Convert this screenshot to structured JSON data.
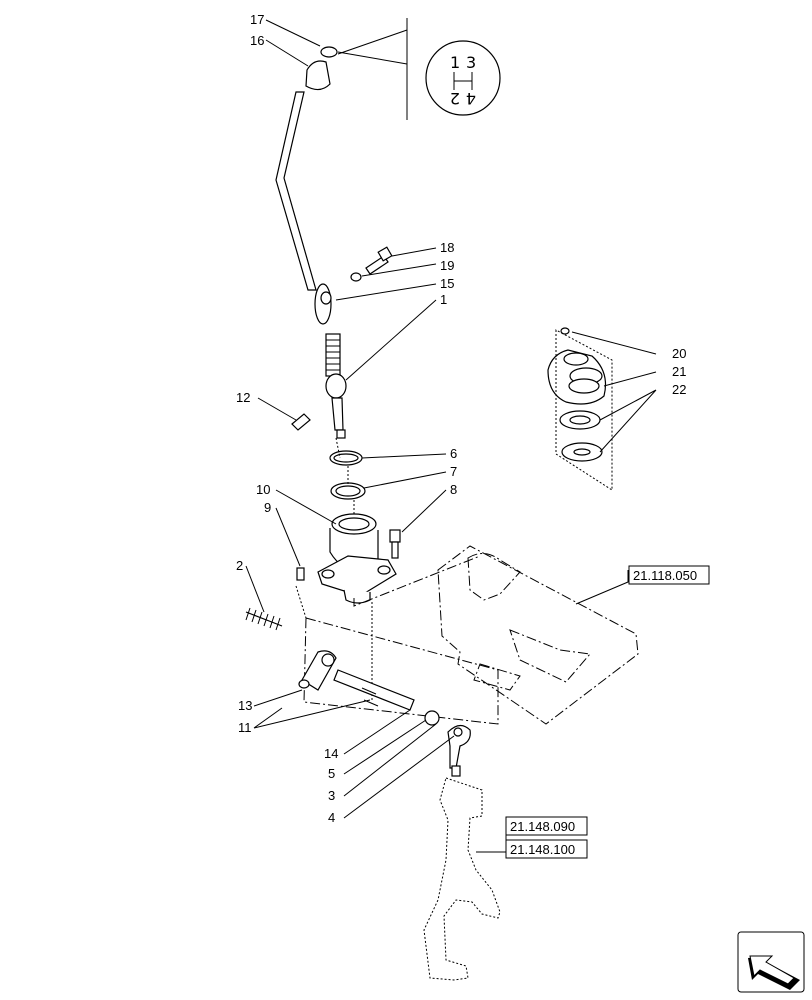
{
  "shift_pattern": {
    "top_left": "1",
    "top_right": "3",
    "bottom_left": "2",
    "bottom_right": "4"
  },
  "callouts": {
    "c17": "17",
    "c16": "16",
    "c18": "18",
    "c19": "19",
    "c15": "15",
    "c1": "1",
    "c12": "12",
    "c6": "6",
    "c7": "7",
    "c8": "8",
    "c10": "10",
    "c9": "9",
    "c2": "2",
    "c13": "13",
    "c11": "11",
    "c14": "14",
    "c5": "5",
    "c3": "3",
    "c4": "4",
    "c20": "20",
    "c21": "21",
    "c22": "22"
  },
  "references": {
    "ref_top": "21.118.050",
    "ref_mid1": "21.148.090",
    "ref_mid2": "21.148.100"
  },
  "icons": {
    "nav": "arrow-icon"
  }
}
